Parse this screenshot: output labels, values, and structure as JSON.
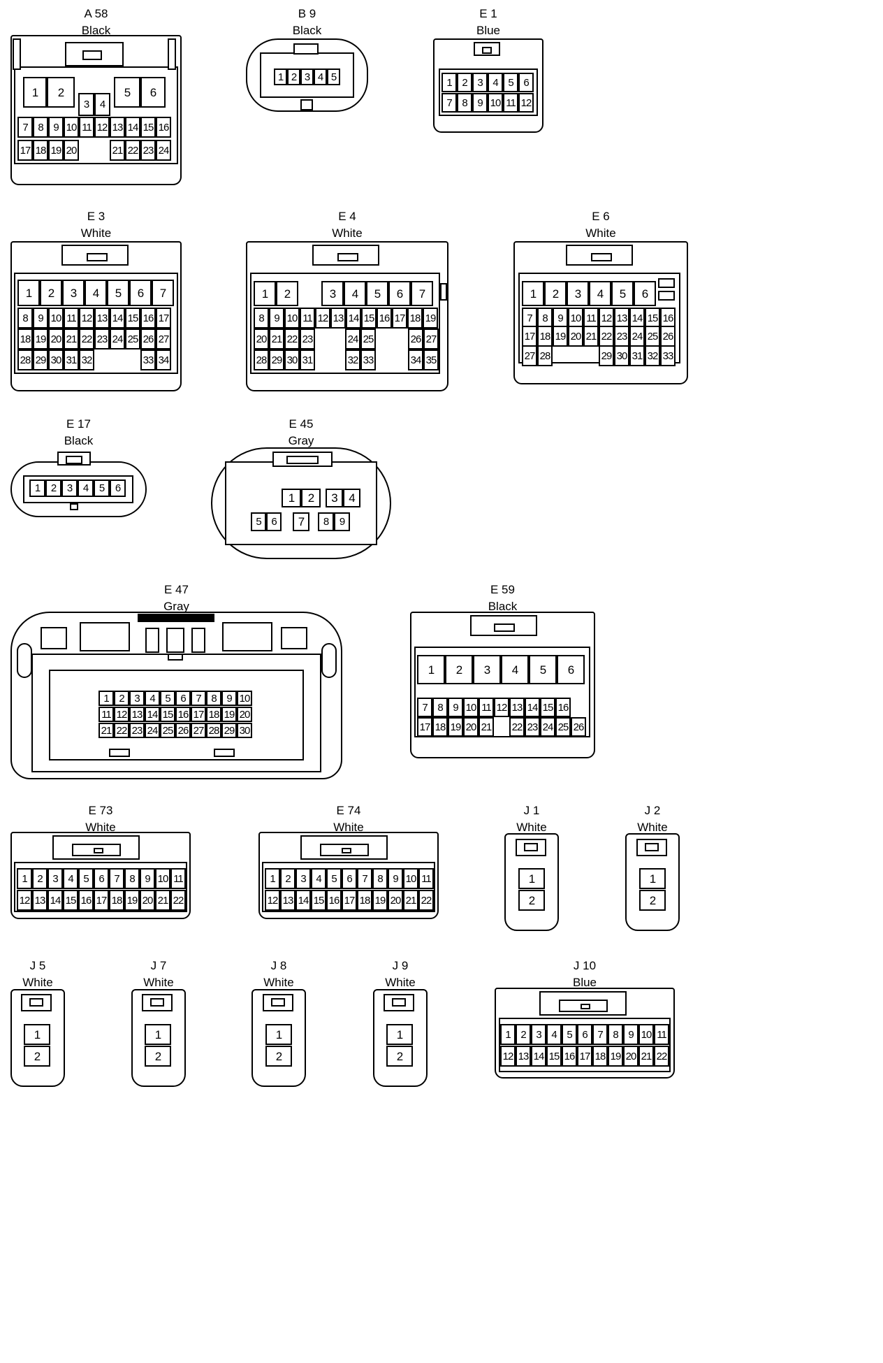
{
  "connectors": [
    {
      "id": "A58",
      "name": "A 58",
      "color": "Black"
    },
    {
      "id": "B9",
      "name": "B 9",
      "color": "Black"
    },
    {
      "id": "E1",
      "name": "E 1",
      "color": "Blue"
    },
    {
      "id": "E3",
      "name": "E 3",
      "color": "White"
    },
    {
      "id": "E4",
      "name": "E 4",
      "color": "White"
    },
    {
      "id": "E6",
      "name": "E 6",
      "color": "White"
    },
    {
      "id": "E17",
      "name": "E 17",
      "color": "Black"
    },
    {
      "id": "E45",
      "name": "E 45",
      "color": "Gray"
    },
    {
      "id": "E47",
      "name": "E 47",
      "color": "Gray"
    },
    {
      "id": "E59",
      "name": "E 59",
      "color": "Black"
    },
    {
      "id": "E73",
      "name": "E 73",
      "color": "White"
    },
    {
      "id": "E74",
      "name": "E 74",
      "color": "White"
    },
    {
      "id": "J1",
      "name": "J 1",
      "color": "White"
    },
    {
      "id": "J2",
      "name": "J 2",
      "color": "White"
    },
    {
      "id": "J5",
      "name": "J 5",
      "color": "White"
    },
    {
      "id": "J7",
      "name": "J 7",
      "color": "White"
    },
    {
      "id": "J8",
      "name": "J 8",
      "color": "White"
    },
    {
      "id": "J9",
      "name": "J 9",
      "color": "White"
    },
    {
      "id": "J10",
      "name": "J 10",
      "color": "Blue"
    }
  ],
  "pin_counts": {
    "A58": 24,
    "B9": 5,
    "E1": 12,
    "E3": 34,
    "E4": 35,
    "E6": 33,
    "E17": 6,
    "E45": 9,
    "E47": 30,
    "E59": 26,
    "E73": 22,
    "E74": 22,
    "J1": 2,
    "J2": 2,
    "J5": 2,
    "J7": 2,
    "J8": 2,
    "J9": 2,
    "J10": 22
  }
}
